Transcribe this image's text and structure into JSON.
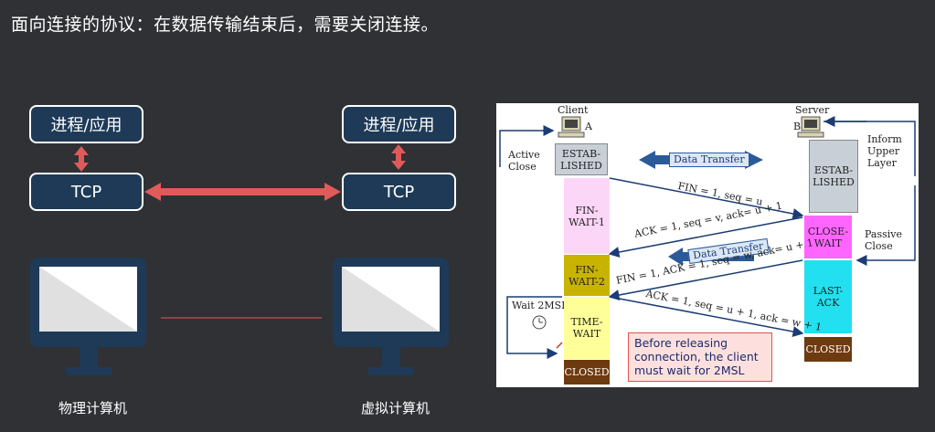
{
  "title": "面向连接的协议：在数据传输结束后，需要关闭连接。",
  "left_diagram": {
    "process_label": "进程/应用",
    "tcp_label": "TCP",
    "physical_label": "物理计算机",
    "virtual_label": "虚拟计算机"
  },
  "tcp_figure": {
    "client_label": "Client",
    "client_letter": "A",
    "server_label": "Server",
    "server_letter": "B",
    "active_close": "Active\nClose",
    "passive_close": "Passive\nClose",
    "inform_upper": "Inform\nUpper\nLayer",
    "wait_2msl": "Wait 2MSL",
    "data_transfer": "Data Transfer",
    "states_client": [
      {
        "label": "ESTAB-\nLISHED",
        "color": "#c9cfd6"
      },
      {
        "label": "FIN-\nWAIT-1",
        "color": "#fcd6f7"
      },
      {
        "label": "FIN-\nWAIT-2",
        "color": "#c8b400"
      },
      {
        "label": "TIME-\nWAIT",
        "color": "#ffff99"
      },
      {
        "label": "CLOSED",
        "color": "#6e3a0f"
      }
    ],
    "states_server": [
      {
        "label": "ESTAB-\nLISHED",
        "color": "#c9cfd6"
      },
      {
        "label": "CLOSE-\nWAIT",
        "color": "#ff66ff"
      },
      {
        "label": "LAST-\nACK",
        "color": "#22e0f0"
      },
      {
        "label": "CLOSED",
        "color": "#6e3a0f"
      }
    ],
    "messages": [
      "FIN = 1, seq = u",
      "ACK = 1, seq = v, ack= u + 1",
      "FIN = 1, ACK = 1, seq = w, ack= u + 1",
      "ACK = 1, seq = u + 1, ack = w + 1"
    ],
    "note": "Before releasing connection, the client must wait for 2MSL"
  },
  "colors": {
    "background": "#2f3135",
    "box": "#1e3a57",
    "arrow_red": "#e05a5a",
    "arrow_blue": "#1c3c76"
  }
}
